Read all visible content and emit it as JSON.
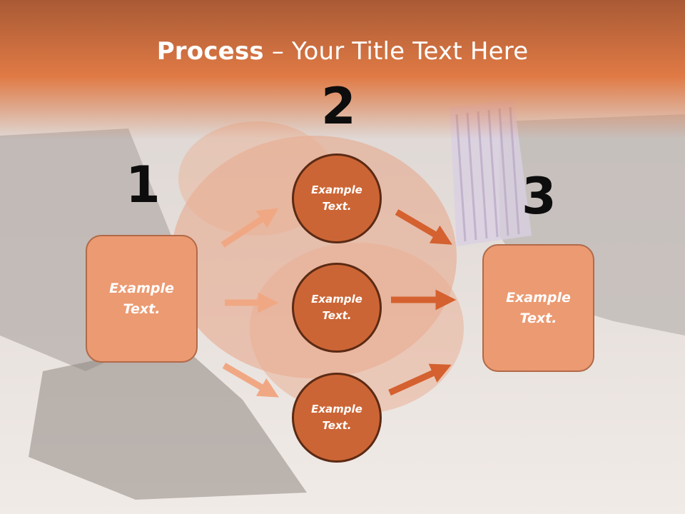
{
  "title": {
    "bold": "Process",
    "rest": " – Your Title Text Here"
  },
  "steps": {
    "one": {
      "number": "1",
      "label": "Example Text."
    },
    "two": {
      "number": "2",
      "items": [
        "Example Text.",
        "Example Text.",
        "Example Text."
      ]
    },
    "three": {
      "number": "3",
      "label": "Example Text."
    }
  },
  "colors": {
    "header": "#e07a45",
    "box_fill": "#ec9a72",
    "circle_fill": "#cc6535",
    "arrow": "#d86a3a"
  }
}
